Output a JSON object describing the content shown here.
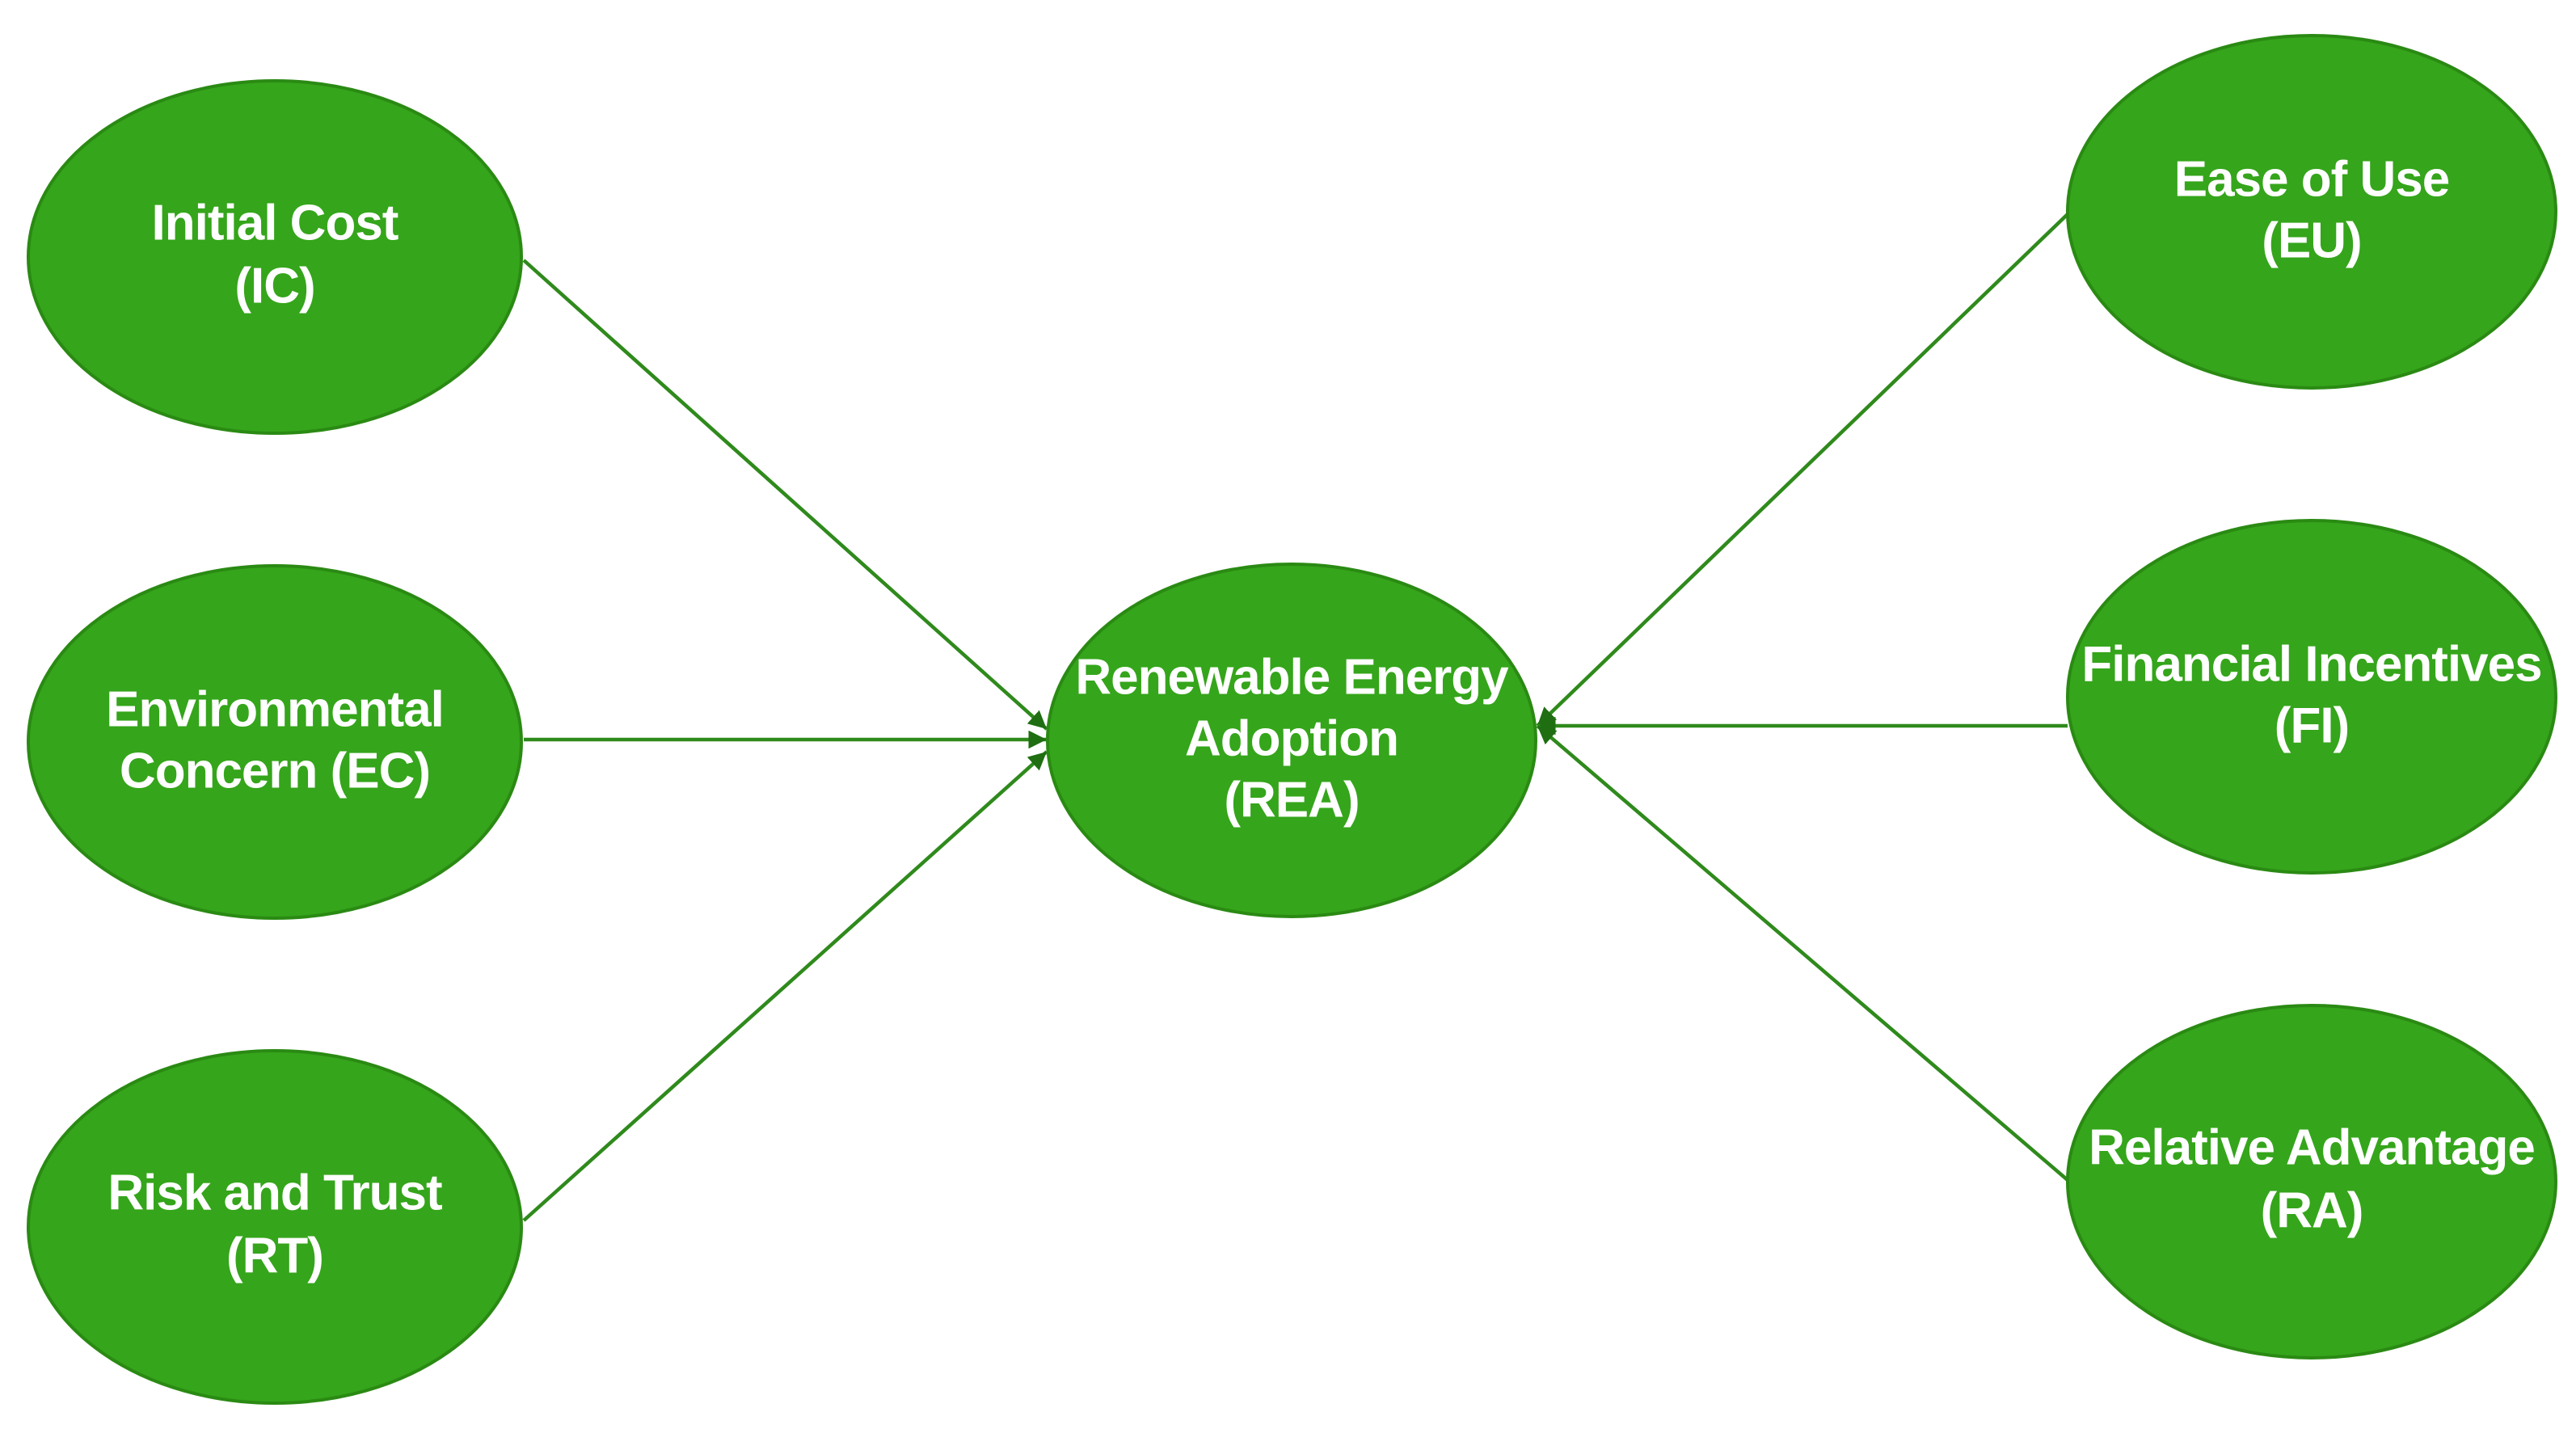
{
  "colors": {
    "node_fill": "#35a51b",
    "node_stroke": "#2a8a13",
    "edge": "#2f8a1c",
    "arrow": "#1f6e12",
    "text": "#ffffff",
    "background": "#ffffff"
  },
  "nodes": {
    "ic": {
      "line1": "Initial Cost",
      "line2": "(IC)"
    },
    "ec": {
      "line1": "Environmental",
      "line2": "Concern (EC)"
    },
    "rt": {
      "line1": "Risk and Trust",
      "line2": "(RT)"
    },
    "rea": {
      "line1": "Renewable Energy",
      "line2": "Adoption",
      "line3": "(REA)"
    },
    "eu": {
      "line1": "Ease of Use",
      "line2": "(EU)"
    },
    "fi": {
      "line1": "Financial Incentives",
      "line2": "(FI)"
    },
    "ra": {
      "line1": "Relative Advantage",
      "line2": "(RA)"
    }
  },
  "edges": [
    {
      "from": "ic",
      "to": "rea"
    },
    {
      "from": "ec",
      "to": "rea"
    },
    {
      "from": "rt",
      "to": "rea"
    },
    {
      "from": "eu",
      "to": "rea"
    },
    {
      "from": "fi",
      "to": "rea"
    },
    {
      "from": "ra",
      "to": "rea"
    }
  ]
}
